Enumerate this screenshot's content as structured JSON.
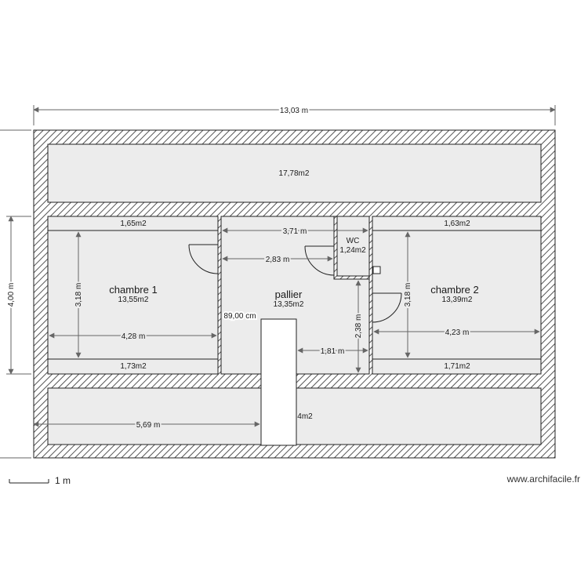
{
  "plan": {
    "overall_width": "13,03 m",
    "overall_height": "4,00 m",
    "rooms": {
      "top_strip": {
        "area": "17,78m2"
      },
      "bottom_strip": {
        "area": "4m2"
      },
      "chambre1": {
        "name": "chambre 1",
        "area": "13,55m2",
        "top_area": "1,65m2",
        "bottom_area": "1,73m2",
        "height": "3,18 m",
        "width": "4,28 m"
      },
      "pallier": {
        "name": "pallier",
        "area": "13,35m2",
        "opening": "89,00 cm",
        "width": "3,71 m",
        "inner": "2,83 m",
        "stair_side": "1,81 m",
        "height": "2,38 m"
      },
      "wc": {
        "name": "WC",
        "area": "1,24m2"
      },
      "chambre2": {
        "name": "chambre 2",
        "area": "13,39m2",
        "top_area": "1,63m2",
        "bottom_area": "1,71m2",
        "height": "3,18 m",
        "width": "4,23 m"
      },
      "bottom_dim": "5,69 m"
    }
  },
  "scale": {
    "label": "1 m"
  },
  "watermark": "www.archifacile.fr",
  "colors": {
    "wall_hatch": "#555555",
    "room_fill": "#ececec",
    "dimension": "#666666"
  }
}
